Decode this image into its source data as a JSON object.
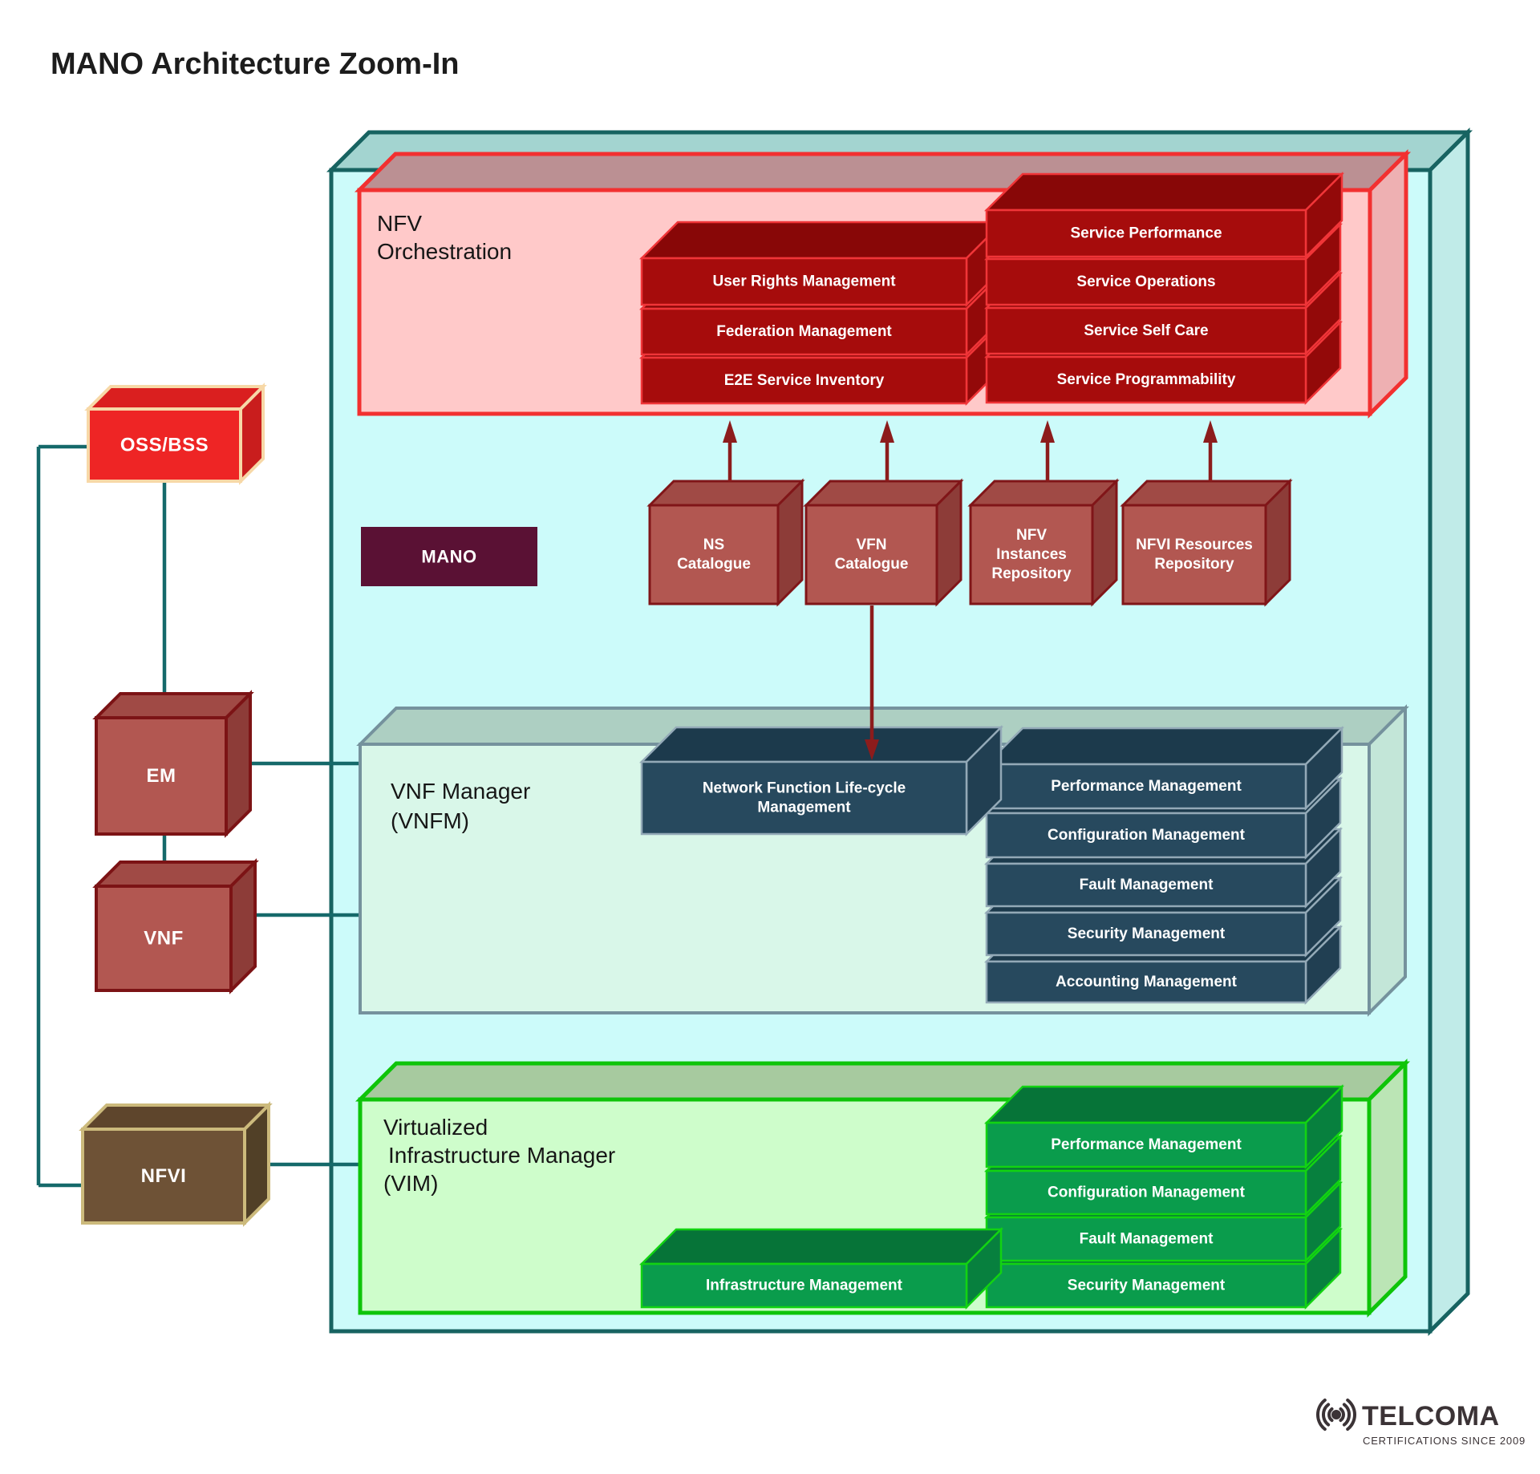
{
  "title": "MANO Architecture Zoom-In",
  "diagram": {
    "mano_label": "MANO",
    "orchestration": {
      "title_line1": "NFV",
      "title_line2": "Orchestration",
      "left_modules": [
        "User Rights Management",
        "Federation Management",
        "E2E Service Inventory"
      ],
      "right_modules": [
        "Service Performance",
        "Service Operations",
        "Service Self Care",
        "Service Programmability"
      ]
    },
    "repositories": [
      {
        "lines": [
          "NS",
          "Catalogue"
        ]
      },
      {
        "lines": [
          "VFN",
          "Catalogue"
        ]
      },
      {
        "lines": [
          "NFV",
          "Instances",
          "Repository"
        ]
      },
      {
        "lines": [
          "NFVI Resources",
          "Repository"
        ]
      }
    ],
    "vnfm": {
      "title_line1": "VNF Manager",
      "title_line2": "(VNFM)",
      "lifecycle_lines": [
        "Network Function Life-cycle",
        "Management"
      ],
      "modules": [
        "Performance Management",
        "Configuration Management",
        "Fault Management",
        "Security Management",
        "Accounting  Management"
      ]
    },
    "vim": {
      "title_line1": "Virtualized",
      "title_line2": " Infrastructure Manager",
      "title_line3": "(VIM)",
      "infrastructure_module": "Infrastructure Management",
      "modules": [
        "Performance Management",
        "Configuration Management",
        "Fault Management",
        "Security Management"
      ]
    },
    "external": {
      "oss_bss": "OSS/BSS",
      "em": "EM",
      "vnf": "VNF",
      "nfvi": "NFVI"
    }
  },
  "logo": {
    "name": "TELCOMA",
    "tagline": "CERTIFICATIONS SINCE 2009"
  },
  "colors": {
    "outer_border_teal": "#176361",
    "orchestration_red": "#f23030",
    "module_dark_red": "#a60c0c",
    "repository_rosy_red": "#b25751",
    "vnfm_module_blue": "#27495e",
    "vim_module_green": "#0a9c4c",
    "mano_maroon": "#5a1134",
    "connector_teal": "#15696a",
    "arrow_dark_red": "#8c1c1c",
    "oss_bss_red": "#ee2525",
    "nfvi_brown": "#6e5236",
    "logo_gray": "#3b3336"
  }
}
